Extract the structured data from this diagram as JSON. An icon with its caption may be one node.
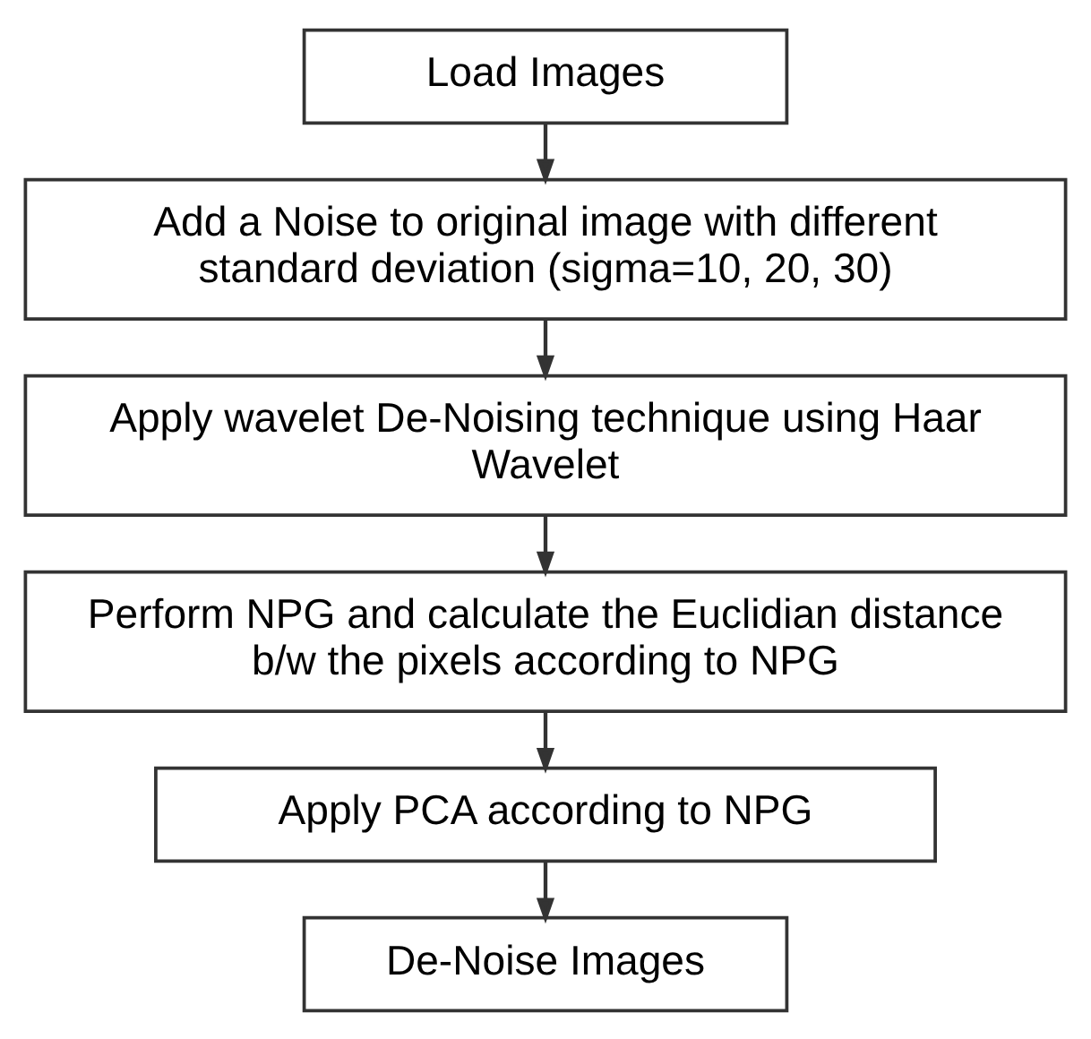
{
  "diagram": {
    "nodes": [
      {
        "text": [
          "Load Images"
        ]
      },
      {
        "text": [
          "Add a Noise to original image with different standard deviation (sigma=10, 20, 30)"
        ]
      },
      {
        "text": [
          "Apply wavelet De-Noising technique using Haar Wavelet"
        ]
      },
      {
        "text": [
          "Perform NPG and calculate the Euclidian distance b/w the pixels according to NPG"
        ]
      },
      {
        "text": [
          "Apply PCA according to NPG"
        ]
      },
      {
        "text": [
          "De-Noise Images"
        ]
      }
    ],
    "edges": [
      {
        "from": 0,
        "to": 1,
        "arrow": "to"
      },
      {
        "from": 1,
        "to": 2,
        "arrow": "to"
      },
      {
        "from": 2,
        "to": 3,
        "arrow": "to"
      },
      {
        "from": 3,
        "to": 4,
        "arrow": "to"
      },
      {
        "from": 4,
        "to": 5,
        "arrow": "to"
      }
    ]
  }
}
